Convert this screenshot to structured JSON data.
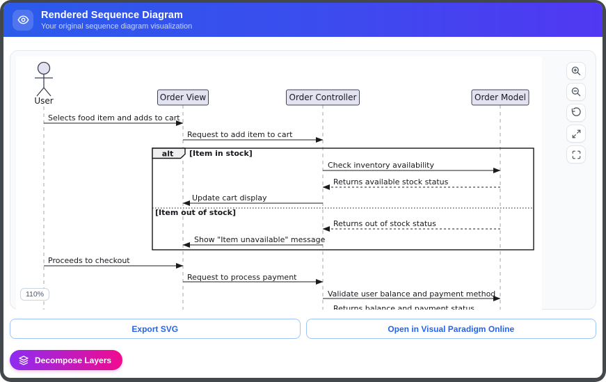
{
  "header": {
    "title": "Rendered Sequence Diagram",
    "subtitle": "Your original sequence diagram visualization",
    "icon": "eye-icon"
  },
  "viewer": {
    "zoom_level": "110%",
    "controls": [
      {
        "name": "zoom-in"
      },
      {
        "name": "zoom-out"
      },
      {
        "name": "reset-view"
      },
      {
        "name": "expand"
      },
      {
        "name": "fit-to-screen"
      }
    ]
  },
  "diagram": {
    "participants": [
      {
        "label": "User",
        "type": "actor"
      },
      {
        "label": "Order View",
        "type": "participant"
      },
      {
        "label": "Order Controller",
        "type": "participant"
      },
      {
        "label": "Order Model",
        "type": "participant"
      }
    ],
    "fragment": {
      "operator": "alt",
      "guard_in_stock": "[Item in stock]",
      "guard_out_of_stock": "[Item out of stock]"
    },
    "messages": [
      {
        "label": "Selects food item and adds to cart",
        "from": "User",
        "to": "Order View",
        "style": "solid"
      },
      {
        "label": "Request to add item to cart",
        "from": "Order View",
        "to": "Order Controller",
        "style": "solid"
      },
      {
        "label": "Check inventory availability",
        "from": "Order Controller",
        "to": "Order Model",
        "style": "solid"
      },
      {
        "label": "Returns available stock status",
        "from": "Order Model",
        "to": "Order Controller",
        "style": "dashed"
      },
      {
        "label": "Update cart display",
        "from": "Order Controller",
        "to": "Order View",
        "style": "solid"
      },
      {
        "label": "Returns out of stock status",
        "from": "Order Model",
        "to": "Order Controller",
        "style": "dashed"
      },
      {
        "label": "Show \"Item unavailable\" message",
        "from": "Order Controller",
        "to": "Order View",
        "style": "solid"
      },
      {
        "label": "Proceeds to checkout",
        "from": "User",
        "to": "Order View",
        "style": "solid"
      },
      {
        "label": "Request to process payment",
        "from": "Order View",
        "to": "Order Controller",
        "style": "solid"
      },
      {
        "label": "Validate user balance and payment method",
        "from": "Order Controller",
        "to": "Order Model",
        "style": "solid"
      },
      {
        "label": "Returns balance and payment status",
        "from": "Order Model",
        "to": "Order Controller",
        "style": "dashed"
      }
    ]
  },
  "footer": {
    "export_button": "Export SVG",
    "open_button": "Open in Visual Paradigm Online",
    "decompose_button": "Decompose Layers"
  },
  "colors": {
    "header_gradient_from": "#2b5beb",
    "header_gradient_to": "#5138f2",
    "accent_blue": "#2563eb",
    "decompose_gradient_from": "#8d2cf2",
    "decompose_gradient_to": "#f00b8e",
    "participant_fill": "#e2e2f0"
  }
}
